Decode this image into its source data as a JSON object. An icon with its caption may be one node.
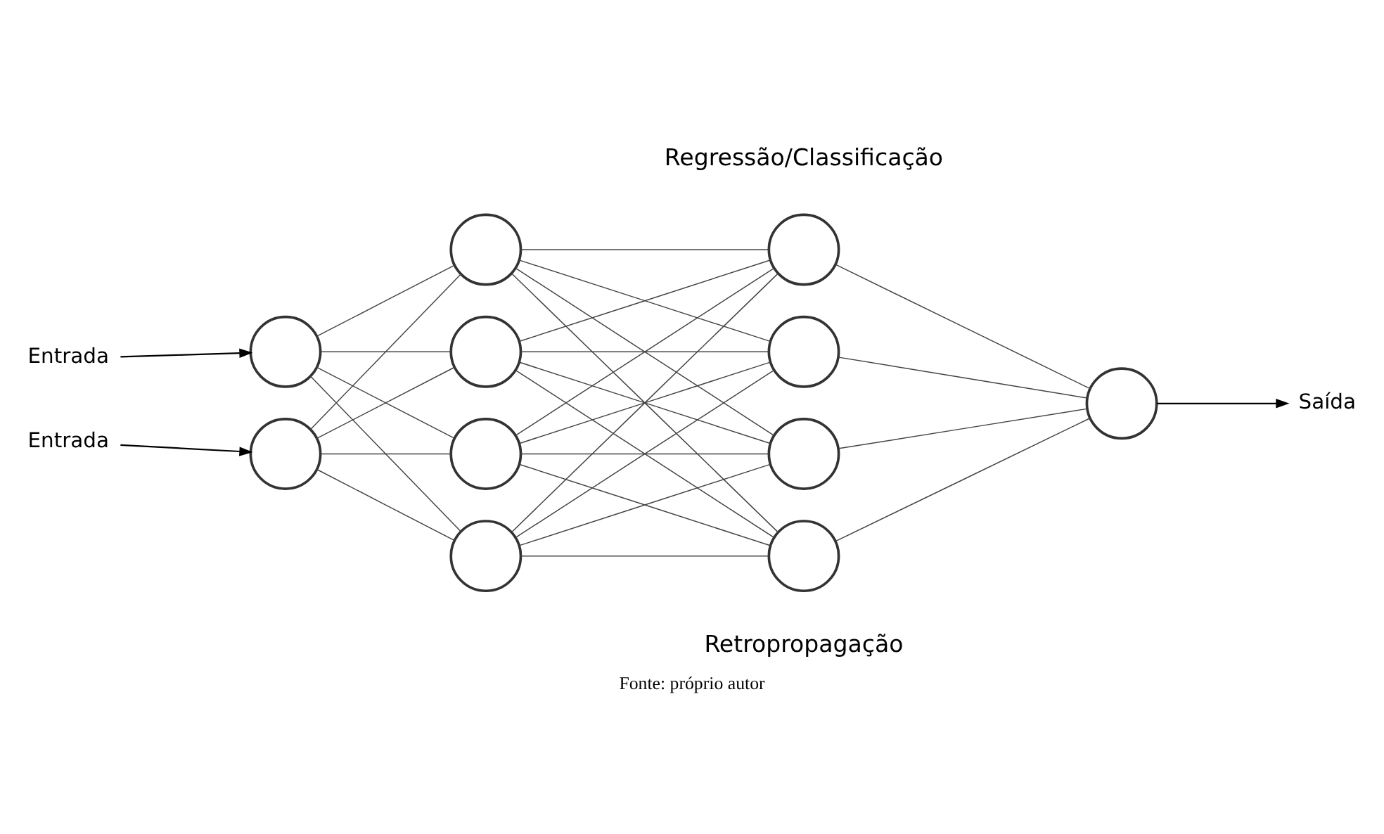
{
  "diagram": {
    "caption": "Fonte: próprio autor",
    "nodes": [
      {
        "text": [
          "Entrada"
        ]
      },
      {
        "text": [
          "Entrada"
        ]
      },
      {
        "text": [],
        "shape": "circle"
      },
      {
        "text": [],
        "shape": "circle"
      },
      {
        "text": [],
        "shape": "circle"
      },
      {
        "text": [],
        "shape": "circle"
      },
      {
        "text": [],
        "shape": "circle"
      },
      {
        "text": [],
        "shape": "circle"
      },
      {
        "text": [],
        "shape": "circle"
      },
      {
        "text": [],
        "shape": "circle"
      },
      {
        "text": [],
        "shape": "circle"
      },
      {
        "text": [],
        "shape": "circle"
      },
      {
        "text": [],
        "shape": "circle"
      },
      {
        "text": [
          "Saída"
        ]
      }
    ],
    "edges": [
      {
        "from": 0,
        "to": 2,
        "arrow": "to"
      },
      {
        "from": 1,
        "to": 3,
        "arrow": "to"
      },
      {
        "from": 2,
        "to": 4,
        "arrow": "none"
      },
      {
        "from": 2,
        "to": 5,
        "arrow": "none"
      },
      {
        "from": 2,
        "to": 6,
        "arrow": "none"
      },
      {
        "from": 2,
        "to": 7,
        "arrow": "none"
      },
      {
        "from": 3,
        "to": 4,
        "arrow": "none"
      },
      {
        "from": 3,
        "to": 5,
        "arrow": "none"
      },
      {
        "from": 3,
        "to": 6,
        "arrow": "none"
      },
      {
        "from": 3,
        "to": 7,
        "arrow": "none"
      },
      {
        "from": 4,
        "to": 8,
        "arrow": "none"
      },
      {
        "from": 4,
        "to": 9,
        "arrow": "none"
      },
      {
        "from": 4,
        "to": 10,
        "arrow": "none"
      },
      {
        "from": 4,
        "to": 11,
        "arrow": "none"
      },
      {
        "from": 5,
        "to": 8,
        "arrow": "none"
      },
      {
        "from": 5,
        "to": 9,
        "arrow": "none"
      },
      {
        "from": 5,
        "to": 10,
        "arrow": "none"
      },
      {
        "from": 5,
        "to": 11,
        "arrow": "none"
      },
      {
        "from": 6,
        "to": 8,
        "arrow": "none"
      },
      {
        "from": 6,
        "to": 9,
        "arrow": "none"
      },
      {
        "from": 6,
        "to": 10,
        "arrow": "none"
      },
      {
        "from": 6,
        "to": 11,
        "arrow": "none"
      },
      {
        "from": 7,
        "to": 8,
        "arrow": "none"
      },
      {
        "from": 7,
        "to": 9,
        "arrow": "none"
      },
      {
        "from": 7,
        "to": 10,
        "arrow": "none"
      },
      {
        "from": 7,
        "to": 11,
        "arrow": "none"
      },
      {
        "from": 8,
        "to": 12,
        "arrow": "none"
      },
      {
        "from": 9,
        "to": 12,
        "arrow": "none"
      },
      {
        "from": 10,
        "to": 12,
        "arrow": "none"
      },
      {
        "from": 11,
        "to": 12,
        "arrow": "none"
      },
      {
        "from": 12,
        "to": 13,
        "arrow": "to"
      }
    ],
    "labels": [
      "Regressão/Classificação",
      "Retropropagação"
    ]
  }
}
